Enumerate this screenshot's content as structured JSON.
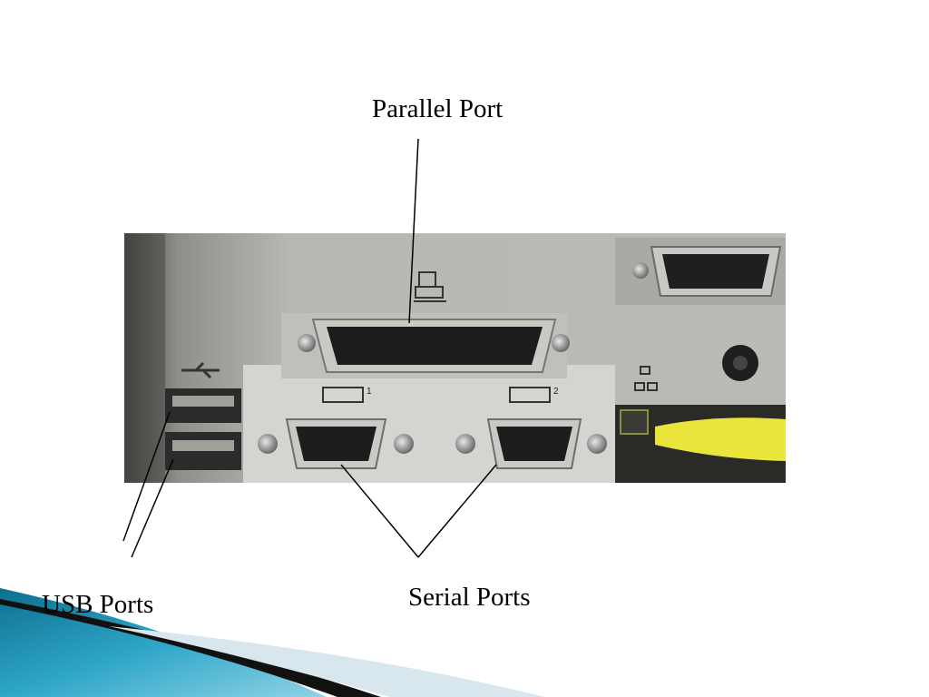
{
  "labels": {
    "parallel_port": "Parallel Port",
    "serial_ports": "Serial Ports",
    "usb_ports": "USB Ports"
  },
  "serial_port_numbers": [
    "1",
    "2"
  ],
  "colors": {
    "background": "#ffffff",
    "panel": "#b9bbb5",
    "connector": "#1c1c1c",
    "accent_yellow": "#e9e53a",
    "swoosh_blue": "#2ea6c8"
  }
}
